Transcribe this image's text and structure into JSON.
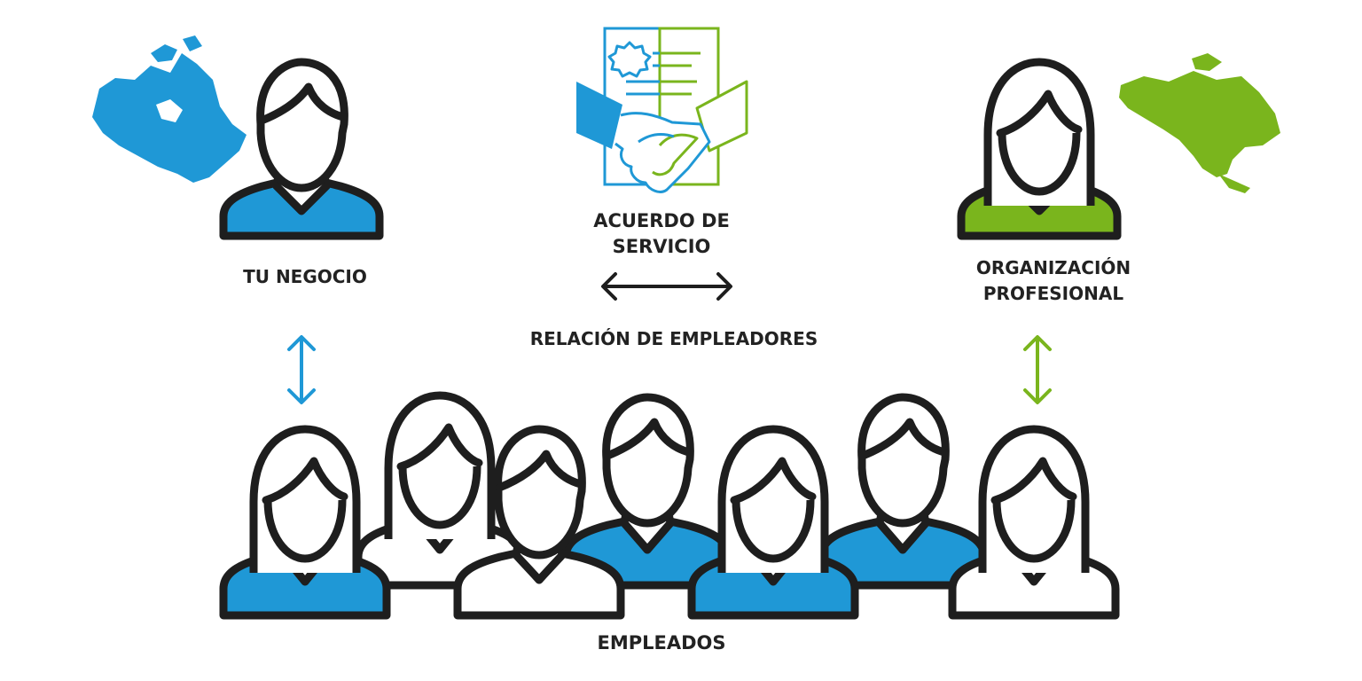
{
  "labels": {
    "business": "TU NEGOCIO",
    "agreement_line1": "ACUERDO DE",
    "agreement_line2": "SERVICIO",
    "peo_line1": "ORGANIZACIÓN",
    "peo_line2": "PROFESIONAL",
    "relation": "RELACIÓN DE EMPLEADORES",
    "employees": "EMPLEADOS"
  },
  "colors": {
    "blue": "#1f98d6",
    "green": "#7ab51d",
    "outline": "#1e1e1e",
    "text": "#222222"
  },
  "icons": {
    "left_map": "canada-map-icon",
    "right_map": "north-america-map-icon",
    "document": "service-agreement-handshake-icon"
  }
}
